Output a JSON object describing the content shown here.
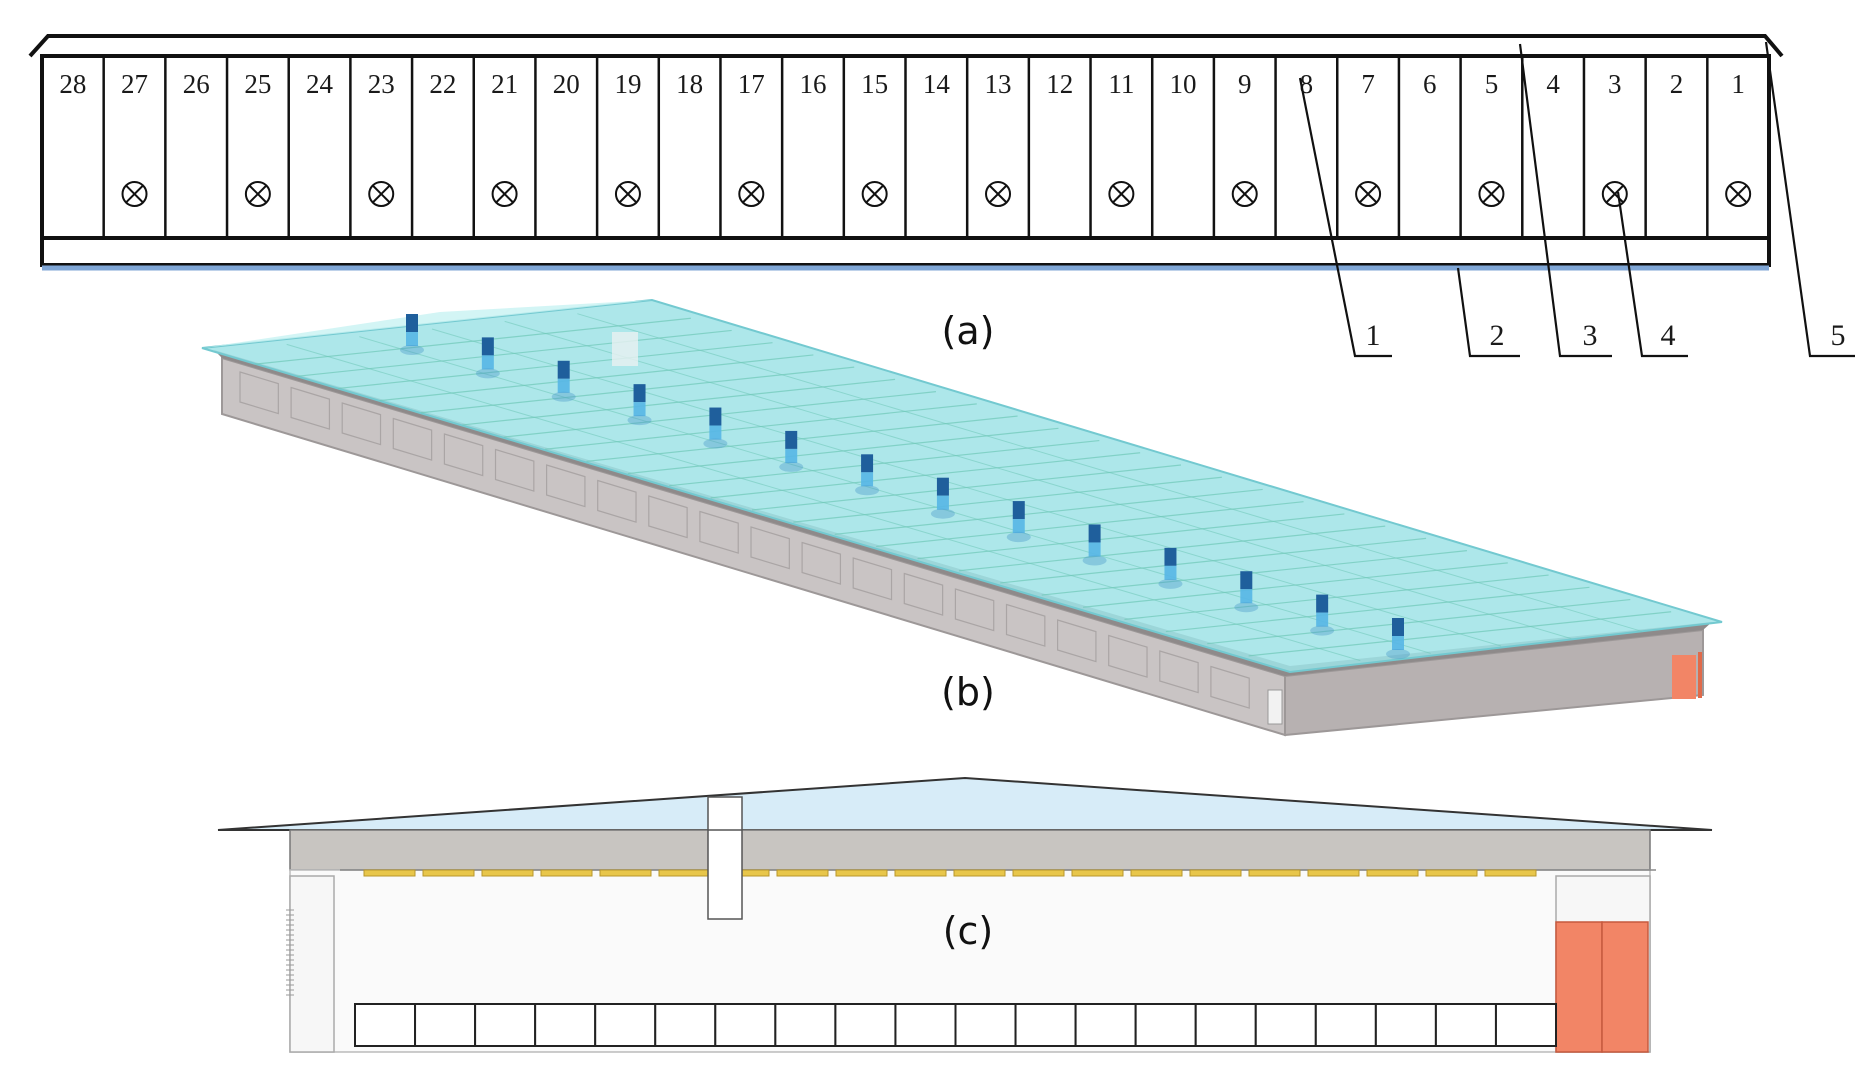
{
  "panels": {
    "a": {
      "label": "(a)"
    },
    "b": {
      "label": "(b)"
    },
    "c": {
      "label": "(c)"
    }
  },
  "pens": [
    "28",
    "27",
    "26",
    "25",
    "24",
    "23",
    "22",
    "21",
    "20",
    "19",
    "18",
    "17",
    "16",
    "15",
    "14",
    "13",
    "12",
    "11",
    "10",
    "9",
    "8",
    "7",
    "6",
    "5",
    "4",
    "3",
    "2",
    "1"
  ],
  "fan_pen_numbers": [
    27,
    25,
    23,
    21,
    19,
    17,
    15,
    13,
    11,
    9,
    7,
    5,
    3,
    1
  ],
  "fan_icon": "circle-cross-fan-icon",
  "callouts": [
    "1",
    "2",
    "3",
    "4",
    "5"
  ],
  "roof_chimney_count": 14,
  "side_vent_count": 20,
  "bottom_cell_count": 20,
  "colors": {
    "line": "#111111",
    "floor_line": "#7fa6d6",
    "roof_glass": "#9fe3e6",
    "roof_glass_light": "#c8f2f2",
    "chimney_dark": "#1f5f9c",
    "chimney_light": "#56b6e6",
    "wall_grey": "#c9c4c4",
    "wall_dark": "#9d9898",
    "door_orange": "#f28566",
    "section_roof": "#d7ecf8",
    "ceiling_band": "#c8c5c1",
    "light_strip": "#e8c64a"
  }
}
